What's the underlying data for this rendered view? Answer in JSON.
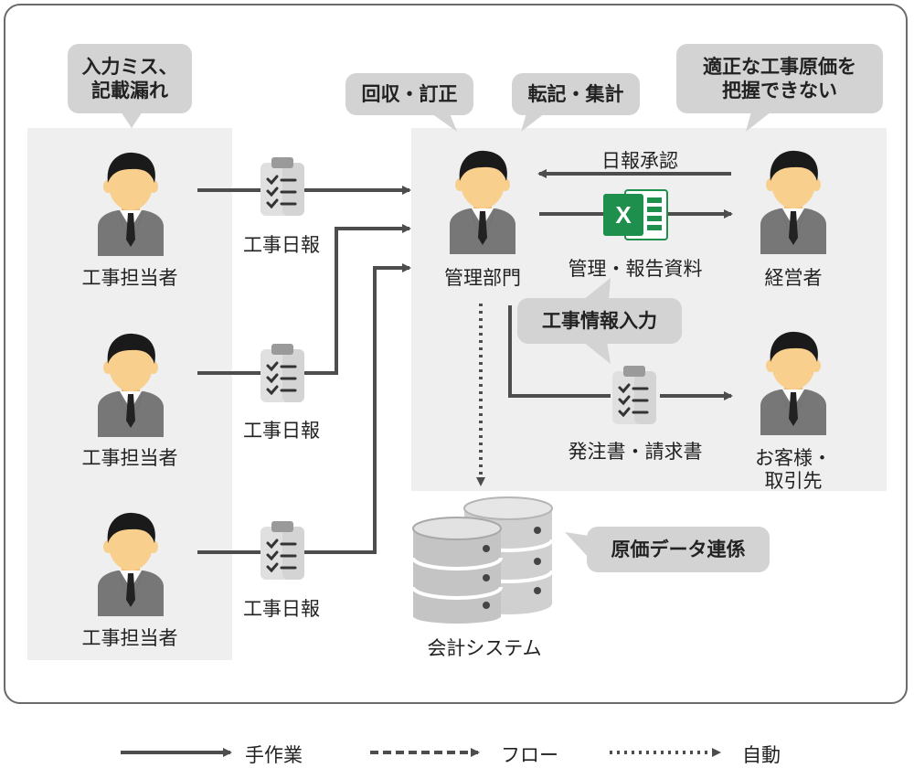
{
  "workers": [
    {
      "label": "工事担当者"
    },
    {
      "label": "工事担当者"
    },
    {
      "label": "工事担当者"
    }
  ],
  "reports": [
    {
      "label": "工事日報"
    },
    {
      "label": "工事日報"
    },
    {
      "label": "工事日報"
    }
  ],
  "management": {
    "label": "管理部門"
  },
  "executive": {
    "label": "経営者"
  },
  "customer": {
    "line1": "お客様・",
    "line2": "取引先"
  },
  "documents": {
    "excel_label": "管理・報告資料",
    "order_label": "発注書・請求書"
  },
  "accounting": {
    "label": "会計システム"
  },
  "arrows": {
    "daily_approval": "日報承認"
  },
  "bubbles": {
    "input_error_line1": "入力ミス、",
    "input_error_line2": "記載漏れ",
    "collect_correct": "回収・訂正",
    "transcribe_total": "転記・集計",
    "cannot_grasp_line1": "適正な工事原価を",
    "cannot_grasp_line2": "把握できない",
    "construction_info": "工事情報入力",
    "cost_data_link": "原価データ連係"
  },
  "legend": {
    "manual": "手作業",
    "flow": "フロー",
    "auto": "自動"
  },
  "colors": {
    "arrow": "#4d4d4d",
    "panel": "#efefef",
    "bubble": "#d3d3d3",
    "excel_green": "#1f8f4e",
    "skin": "#f9cf8e",
    "suit": "#777777"
  }
}
